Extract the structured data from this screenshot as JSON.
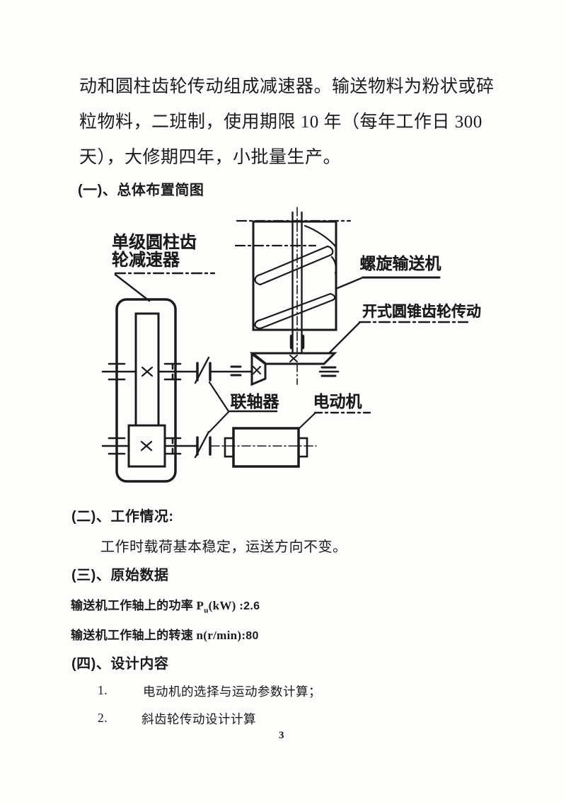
{
  "page": {
    "paragraph": {
      "line1": "动和圆柱齿轮传动组成减速器。输送物料为粉状或碎",
      "line2": "粒物料，二班制，使用期限 10 年（每年工作日 300",
      "line3": "天），大修期四年，小批量生产。"
    },
    "sections": {
      "s1_heading": "(一)、总体布置简图",
      "s2_heading": "(二)、工作情况:",
      "s2_body": "工作时载荷基本稳定，运送方向不变。",
      "s3_heading": "(三)、原始数据",
      "s4_heading": "(四)、设计内容"
    },
    "data_lines": {
      "power_prefix": "输送机工作轴上的功率 P",
      "power_sub": "u",
      "power_unit": "(kW)",
      "power_sep": " :",
      "power_value": "2.6",
      "speed_label": "输送机工作轴上的转速 n(r/min):",
      "speed_value": "80"
    },
    "design_items": [
      {
        "num": "1.",
        "text": "电动机的选择与运动参数计算；"
      },
      {
        "num": "2.",
        "text": "斜齿轮传动设计计算"
      }
    ],
    "page_number": "3"
  },
  "diagram": {
    "labels": {
      "reducer_line1": "单级圆柱齿",
      "reducer_line2": "轮减速器",
      "conveyor": "螺旋输送机",
      "bevel": "开式圆锥齿轮传动",
      "coupling": "联轴器",
      "motor": "电动机"
    }
  },
  "colors": {
    "ink": "#1b1b1b",
    "paper": "#fdfdfc"
  }
}
